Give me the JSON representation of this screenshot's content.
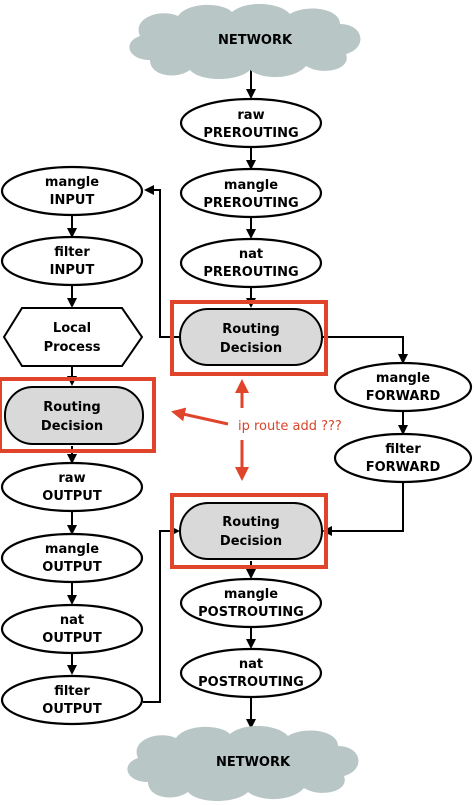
{
  "nodes": {
    "network_top": {
      "line1": "NETWORK"
    },
    "raw_prerouting": {
      "line1": "raw",
      "line2": "PREROUTING"
    },
    "mangle_prerouting": {
      "line1": "mangle",
      "line2": "PREROUTING"
    },
    "nat_prerouting": {
      "line1": "nat",
      "line2": "PREROUTING"
    },
    "routing_decision_1": {
      "line1": "Routing",
      "line2": "Decision"
    },
    "mangle_input": {
      "line1": "mangle",
      "line2": "INPUT"
    },
    "filter_input": {
      "line1": "filter",
      "line2": "INPUT"
    },
    "local_process": {
      "line1": "Local",
      "line2": "Process"
    },
    "routing_decision_2": {
      "line1": "Routing",
      "line2": "Decision"
    },
    "raw_output": {
      "line1": "raw",
      "line2": "OUTPUT"
    },
    "mangle_output": {
      "line1": "mangle",
      "line2": "OUTPUT"
    },
    "nat_output": {
      "line1": "nat",
      "line2": "OUTPUT"
    },
    "filter_output": {
      "line1": "filter",
      "line2": "OUTPUT"
    },
    "mangle_forward": {
      "line1": "mangle",
      "line2": "FORWARD"
    },
    "filter_forward": {
      "line1": "filter",
      "line2": "FORWARD"
    },
    "routing_decision_3": {
      "line1": "Routing",
      "line2": "Decision"
    },
    "mangle_postrouting": {
      "line1": "mangle",
      "line2": "POSTROUTING"
    },
    "nat_postrouting": {
      "line1": "nat",
      "line2": "POSTROUTING"
    },
    "network_bottom": {
      "line1": "NETWORK"
    }
  },
  "annotation": {
    "text": "ip route add ???"
  },
  "colors": {
    "highlight": "#e0452b",
    "cloud": "#b8c6c6",
    "routing_fill": "#d9d9d9"
  }
}
